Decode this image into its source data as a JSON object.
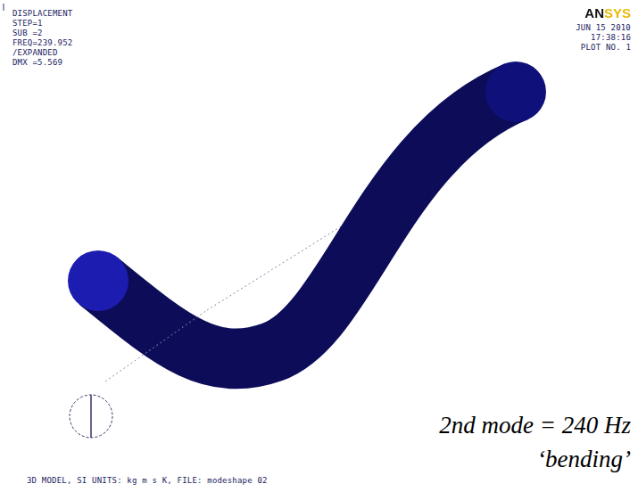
{
  "diagram": {
    "labels": [
      "DISPLACEMENT",
      "STEP=1",
      "SUB =2",
      "FREQ=239.952",
      "/EXPANDED",
      "DMX =5.569",
      "ANSYS",
      "JUN 15 2010",
      "17:38:16",
      "PLOT NO.   1",
      "2nd mode = 240 Hz",
      "‘bending’",
      "3D MODEL, SI UNITS: kg m s K, FILE: modeshape 02"
    ]
  }
}
